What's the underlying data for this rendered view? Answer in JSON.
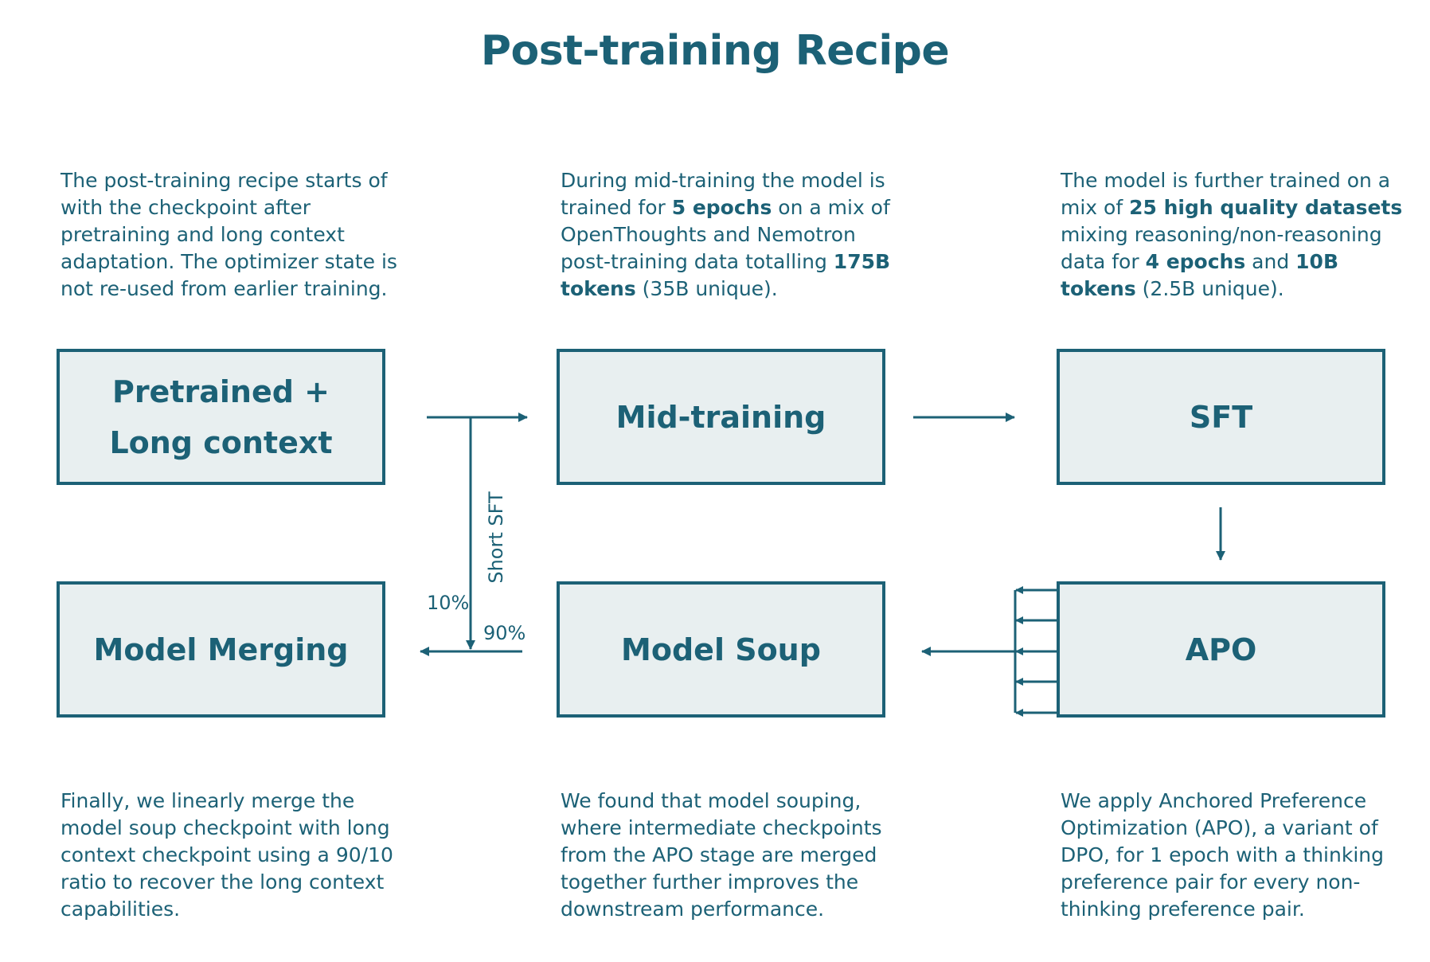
{
  "title": "Post-training Recipe",
  "descriptions": {
    "pretrained": [
      {
        "text": "The post-training recipe starts of with the checkpoint after pretraining and long context adaptation. The optimizer state is not re-used from earlier training.",
        "bold": false
      }
    ],
    "midtraining": [
      {
        "text": "During mid-training the model is trained for ",
        "bold": false
      },
      {
        "text": "5 epochs",
        "bold": true
      },
      {
        "text": " on a mix  of OpenThoughts and Nemotron post-training data totalling ",
        "bold": false
      },
      {
        "text": "175B tokens",
        "bold": true
      },
      {
        "text": " (35B unique).",
        "bold": false
      }
    ],
    "sft": [
      {
        "text": "The model is further trained on a mix of ",
        "bold": false
      },
      {
        "text": "25 high quality datasets",
        "bold": true
      },
      {
        "text": " mixing reasoning/non-reasoning data for ",
        "bold": false
      },
      {
        "text": "4 epochs",
        "bold": true
      },
      {
        "text": " and ",
        "bold": false
      },
      {
        "text": "10B tokens",
        "bold": true
      },
      {
        "text": " (2.5B unique).",
        "bold": false
      }
    ],
    "merging": [
      {
        "text": "Finally, we linearly merge the model soup checkpoint with long context checkpoint using a 90/10 ratio to recover the long context capabilities.",
        "bold": false
      }
    ],
    "soup": [
      {
        "text": "We found that model souping, where intermediate checkpoints from the APO stage are merged together further improves the downstream performance.",
        "bold": false
      }
    ],
    "apo": [
      {
        "text": "We apply Anchored Preference Optimization (APO), a variant of DPO,  for 1 epoch with a thinking preference pair for every non-thinking preference pair.",
        "bold": false
      }
    ]
  },
  "boxes": {
    "pretrained_line1": "Pretrained +",
    "pretrained_line2": "Long context",
    "midtraining": "Mid-training",
    "sft": "SFT",
    "merging": "Model Merging",
    "soup": "Model Soup",
    "apo": "APO"
  },
  "labels": {
    "short_sft": "Short SFT",
    "pct_10": "10%",
    "pct_90": "90%"
  },
  "colors": {
    "primary": "#1c6176",
    "box_fill": "#e8eff0"
  }
}
